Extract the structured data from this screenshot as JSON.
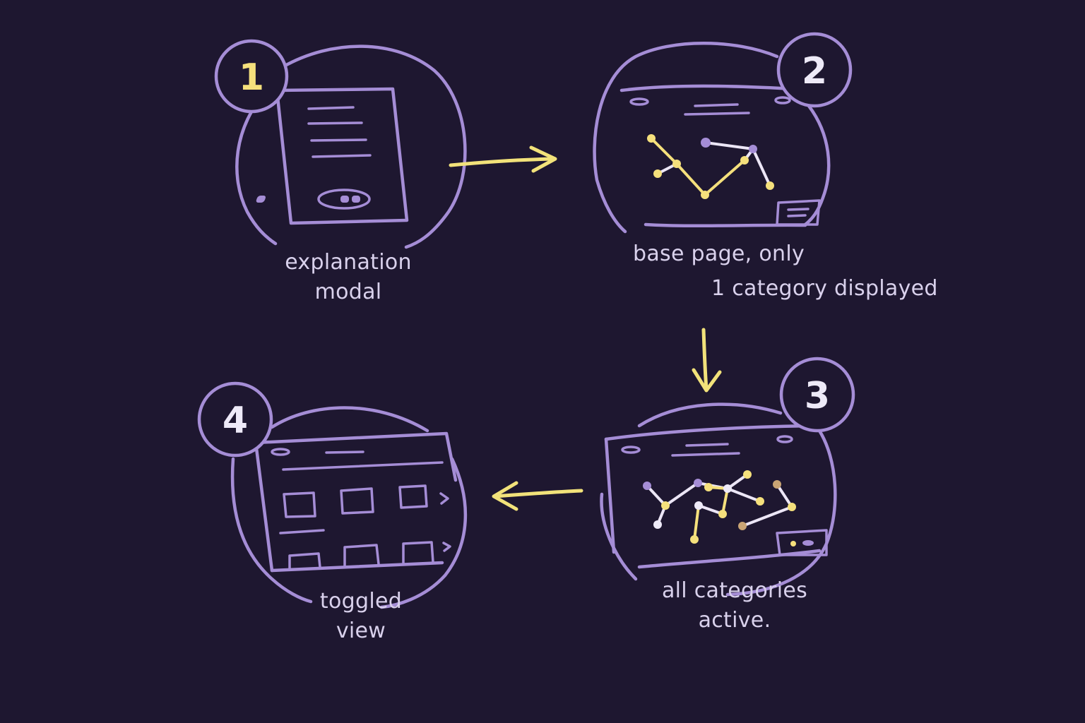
{
  "steps": [
    {
      "number": "1",
      "caption_lines": [
        "explanation",
        "modal"
      ]
    },
    {
      "number": "2",
      "caption_lines": [
        "base page, only",
        "1 category displayed"
      ]
    },
    {
      "number": "3",
      "caption_lines": [
        "all categories",
        "active."
      ]
    },
    {
      "number": "4",
      "caption_lines": [
        "toggled",
        "view"
      ]
    }
  ],
  "colors": {
    "background": "#1e1730",
    "outline": "#a58dd6",
    "arrow": "#f2e27a",
    "text": "#d9d1ec",
    "badge_1_number": "#f5e07c",
    "badge_number": "#eeeaf8"
  },
  "icons": [
    "document-modal-icon",
    "line-chart-icon",
    "multi-line-chart-icon",
    "grid-view-icon",
    "arrow-right-icon",
    "arrow-down-icon",
    "arrow-left-icon"
  ]
}
